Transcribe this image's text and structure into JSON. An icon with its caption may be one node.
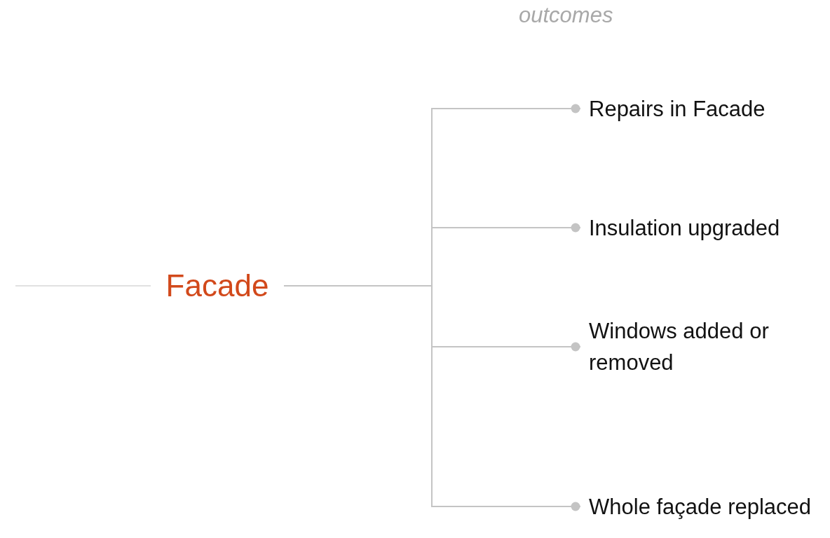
{
  "diagram": {
    "nodes": [
      {
        "text": [
          "Facade"
        ]
      },
      {
        "text": [
          "Repairs in Facade"
        ]
      },
      {
        "text": [
          "Insulation upgraded"
        ]
      },
      {
        "text": [
          "Windows added or removed"
        ]
      },
      {
        "text": [
          "Whole façade replaced"
        ]
      }
    ],
    "edges": [
      {
        "from": null,
        "to": 0,
        "arrow": "none"
      },
      {
        "from": 0,
        "to": 1,
        "arrow": "other"
      },
      {
        "from": 0,
        "to": 2,
        "arrow": "other"
      },
      {
        "from": 0,
        "to": 3,
        "arrow": "other"
      },
      {
        "from": 0,
        "to": 4,
        "arrow": "other"
      }
    ],
    "labels": [
      "outcomes"
    ]
  }
}
